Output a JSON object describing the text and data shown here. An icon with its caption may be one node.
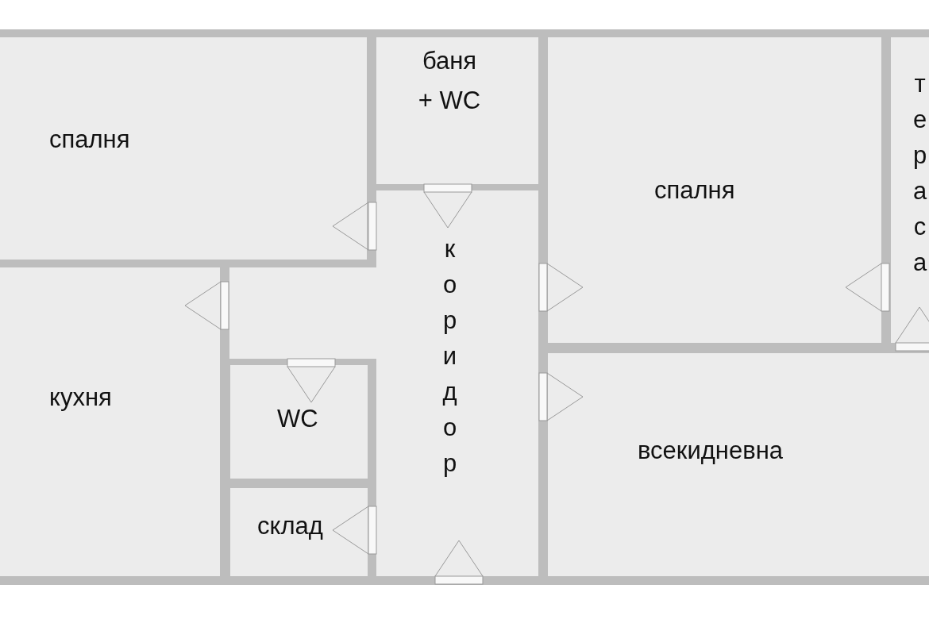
{
  "diagram": {
    "nodes": [
      {
        "text": [
          "спалня"
        ]
      },
      {
        "text": [
          "баня + WC"
        ]
      },
      {
        "text": [
          "спалня"
        ]
      },
      {
        "text": [
          "тераса"
        ]
      },
      {
        "text": [
          "кухня"
        ]
      },
      {
        "text": [
          "коридор"
        ]
      },
      {
        "text": [
          "WC"
        ]
      },
      {
        "text": [
          "склад"
        ]
      },
      {
        "text": [
          "всекидневна"
        ]
      }
    ]
  }
}
